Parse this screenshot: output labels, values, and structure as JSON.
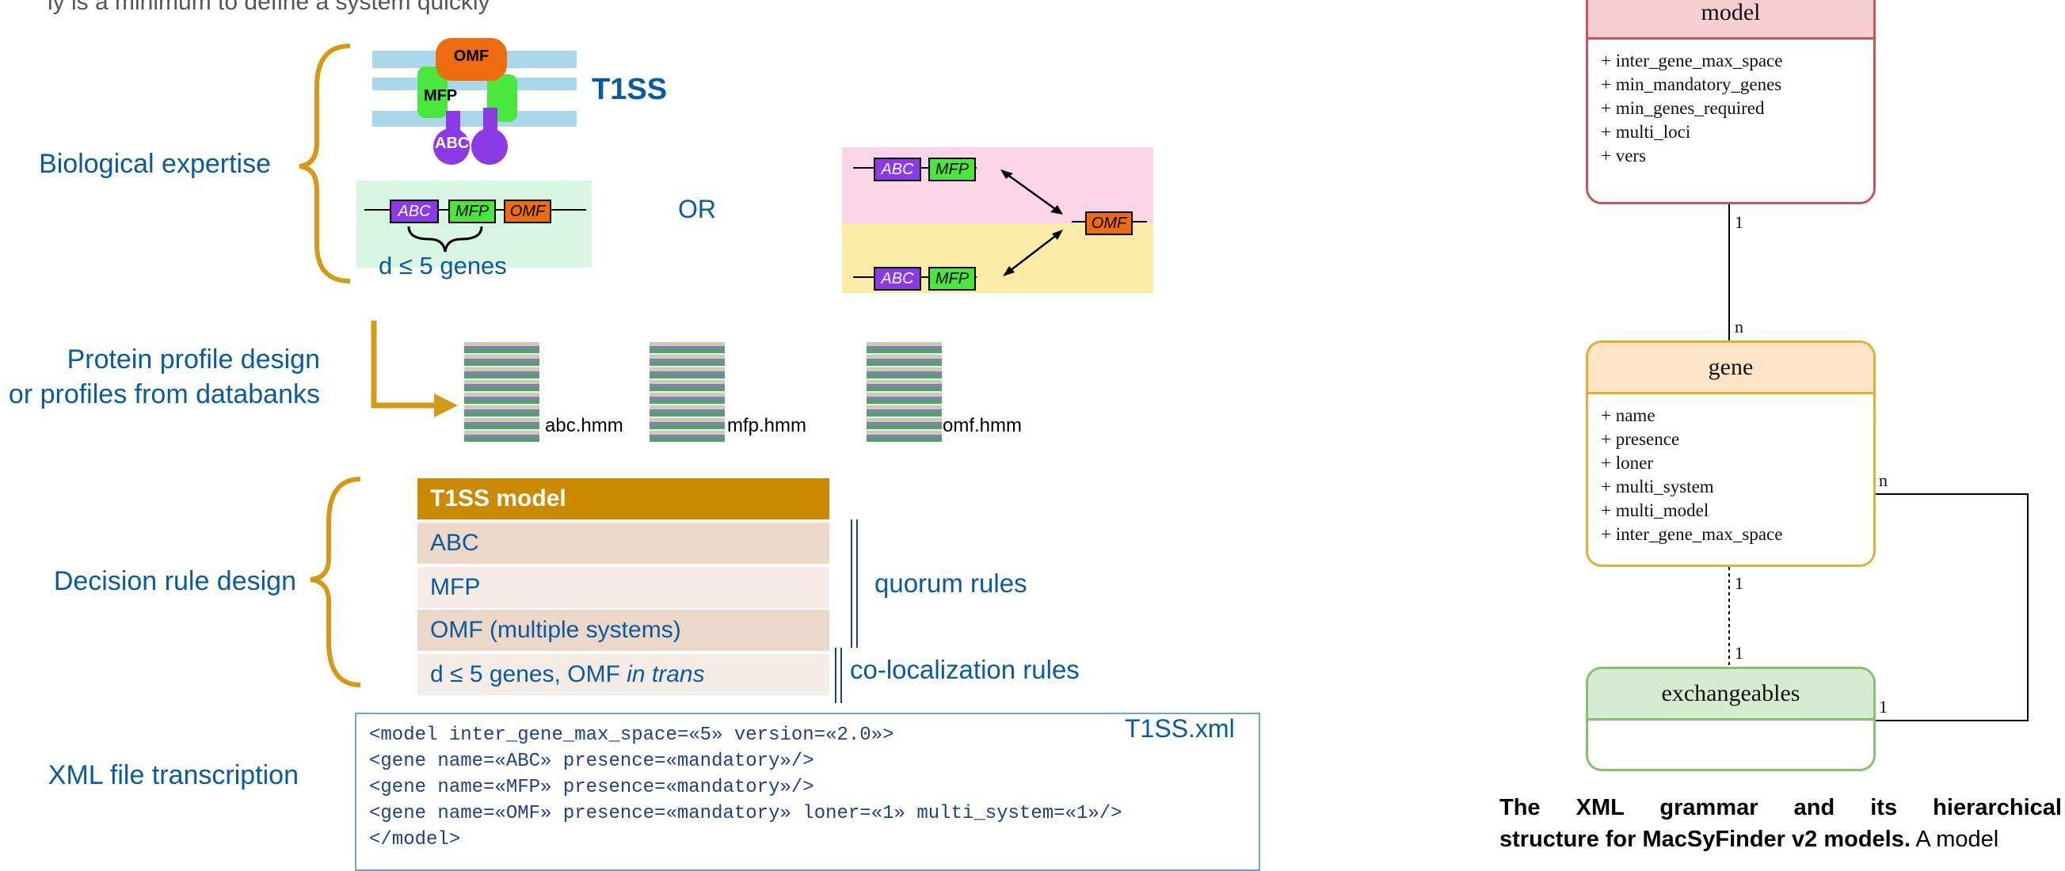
{
  "header_partial": "ly is a minimum to define a system quickly",
  "stages": {
    "biological_expertise": "Biological expertise",
    "protein_profile_line1": "Protein profile design",
    "protein_profile_line2": "or profiles from databanks",
    "decision_rule": "Decision rule design",
    "xml_transcription": "XML file transcription"
  },
  "t1ss": {
    "title": "T1SS",
    "omf": "OMF",
    "mfp": "MFP",
    "abc": "ABC",
    "or_label": "OR",
    "distance_label": "d ≤ 5 genes",
    "gene_abc": "ABC",
    "gene_mfp": "MFP",
    "gene_omf": "OMF"
  },
  "hmm_files": [
    "abc.hmm",
    "mfp.hmm",
    "omf.hmm"
  ],
  "model_table": {
    "header": "T1SS model",
    "rows": [
      "ABC",
      "MFP",
      "OMF (multiple systems)"
    ],
    "colocalization_prefix": "d ≤ 5 genes, OMF ",
    "colocalization_italic": "in trans",
    "quorum_label": "quorum rules",
    "colocalization_label": "co-localization rules"
  },
  "xml_file": {
    "filename": "T1SS.xml",
    "lines": [
      "<model inter_gene_max_space=«5» version=«2.0»>",
      "<gene name=«ABC» presence=«mandatory»/>",
      "<gene name=«MFP» presence=«mandatory»/>",
      "<gene name=«OMF» presence=«mandatory» loner=«1» multi_system=«1»/>",
      "</model>"
    ]
  },
  "uml": {
    "model": {
      "title": "model",
      "attributes": [
        "+ inter_gene_max_space",
        "+ min_mandatory_genes",
        "+ min_genes_required",
        "+ multi_loci",
        "+ vers"
      ]
    },
    "gene": {
      "title": "gene",
      "attributes": [
        "+ name",
        "+ presence",
        "+ loner",
        "+ multi_system",
        "+ multi_model",
        "+ inter_gene_max_space"
      ]
    },
    "exchangeables": {
      "title": "exchangeables",
      "attributes": []
    },
    "multiplicities": {
      "model_gene_top": "1",
      "model_gene_bottom": "n",
      "gene_exch_top": "1",
      "gene_exch_bottom": "1",
      "gene_exch_side_n": "n",
      "gene_exch_side_1": "1"
    }
  },
  "caption": {
    "bold_line1": "The XML grammar and its hierarchical",
    "bold_line2_prefix": "structure for MacSyFinder v2 models.",
    "rest_line2": " A model"
  },
  "colors": {
    "brace": "#d49a16",
    "blue_text": "#0a5aa0",
    "omf": "#ee6c0e",
    "mfp": "#49e63c",
    "abc": "#8c3ae6",
    "membrane": "#a9d8ea",
    "table_header": "#cc8a00",
    "uml_model": "#c7565c",
    "uml_gene": "#e4ad33",
    "uml_exch": "#86bf73"
  }
}
